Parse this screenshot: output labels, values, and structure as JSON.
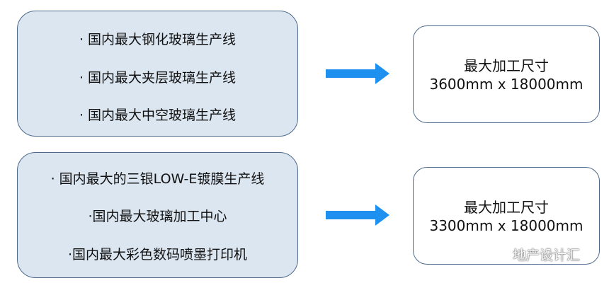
{
  "groups": [
    {
      "items": [
        "· 国内最大钢化玻璃生产线",
        "· 国内最大夹层玻璃生产线",
        "· 国内最大中空玻璃生产线"
      ],
      "result_title": "最大加工尺寸",
      "result_dims": "3600mm x 18000mm"
    },
    {
      "items": [
        "· 国内最大的三银LOW-E镀膜生产线",
        "·国内最大玻璃加工中心",
        "·国内最大彩色数码喷墨打印机"
      ],
      "result_title": "最大加工尺寸",
      "result_dims": "3300mm x 18000mm"
    }
  ],
  "watermark": {
    "text": "地产设计汇",
    "icon": "wechat-icon"
  },
  "colors": {
    "box_fill": "#dce6f1",
    "box_border": "#4d6a8a",
    "arrow": "#1e90f0"
  }
}
